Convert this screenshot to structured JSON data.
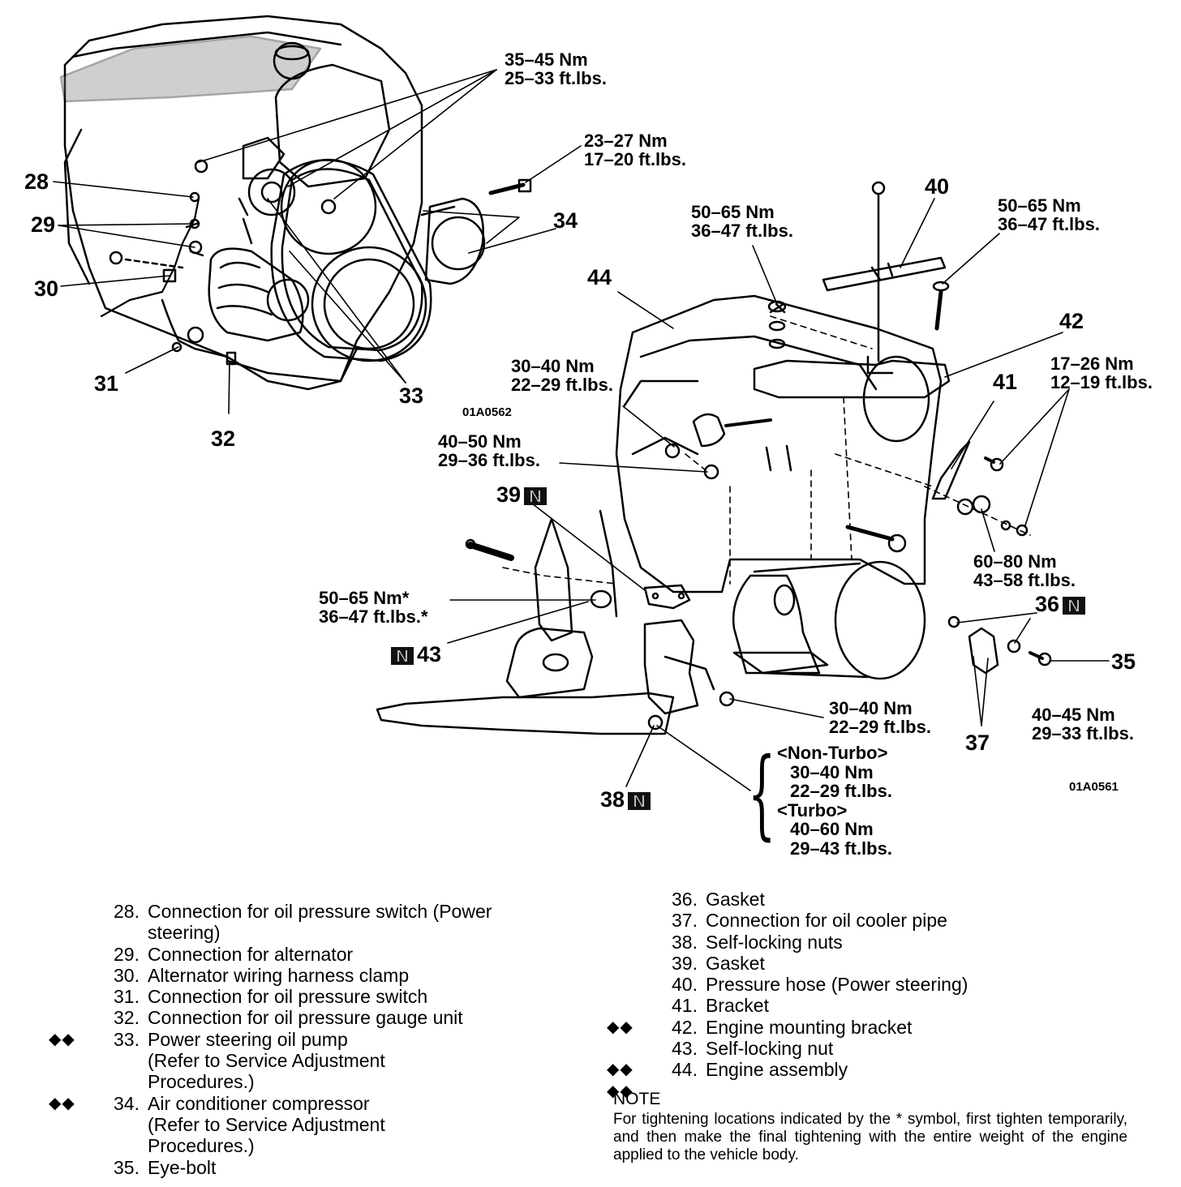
{
  "diagram": {
    "left_code": "01A0562",
    "right_code": "01A0561",
    "parts": [
      "28",
      "29",
      "30",
      "31",
      "32",
      "33",
      "34",
      "35",
      "36",
      "37",
      "38",
      "39",
      "40",
      "41",
      "42",
      "43",
      "44"
    ],
    "torques": {
      "t_top": [
        "35–45 Nm",
        "25–33 ft.lbs."
      ],
      "t_bolt": [
        "23–27 Nm",
        "17–20 ft.lbs."
      ],
      "t_50a": [
        "50–65 Nm",
        "36–47 ft.lbs."
      ],
      "t_50b": [
        "50–65 Nm",
        "36–47 ft.lbs."
      ],
      "t_17": [
        "17–26 Nm",
        "12–19 ft.lbs."
      ],
      "t_30a": [
        "30–40 Nm",
        "22–29 ft.lbs."
      ],
      "t_40a": [
        "40–50 Nm",
        "29–36 ft.lbs."
      ],
      "t_60": [
        "60–80 Nm",
        "43–58 ft.lbs."
      ],
      "t_star": [
        "50–65 Nm*",
        "36–47 ft.lbs.*"
      ],
      "t_30b": [
        "30–40 Nm",
        "22–29 ft.lbs."
      ],
      "t_40b": [
        "40–45 Nm",
        "29–33 ft.lbs."
      ]
    },
    "bracket": [
      "<Non-Turbo>",
      "30–40 Nm",
      "22–29 ft.lbs.",
      "<Turbo>",
      "40–60 Nm",
      "29–43 ft.lbs."
    ]
  },
  "legend_left": [
    {
      "n": "28.",
      "t": "Connection for oil pressure switch (Power",
      "sym": ""
    },
    {
      "n": "",
      "t": "steering)",
      "sym": ""
    },
    {
      "n": "29.",
      "t": "Connection for alternator",
      "sym": ""
    },
    {
      "n": "30.",
      "t": "Alternator wiring harness clamp",
      "sym": ""
    },
    {
      "n": "31.",
      "t": "Connection for oil pressure switch",
      "sym": ""
    },
    {
      "n": "32.",
      "t": "Connection for oil pressure gauge unit",
      "sym": ""
    },
    {
      "n": "33.",
      "t": "Power steering oil pump",
      "sym": "◆◆"
    },
    {
      "n": "",
      "t": "(Refer to Service Adjustment",
      "sym": ""
    },
    {
      "n": "",
      "t": "Procedures.)",
      "sym": ""
    },
    {
      "n": "34.",
      "t": "Air conditioner compressor",
      "sym": "◆◆"
    },
    {
      "n": "",
      "t": "(Refer to Service Adjustment",
      "sym": ""
    },
    {
      "n": "",
      "t": "Procedures.)",
      "sym": ""
    },
    {
      "n": "35.",
      "t": "Eye-bolt",
      "sym": ""
    }
  ],
  "legend_right": [
    {
      "n": "36.",
      "t": "Gasket",
      "sym": ""
    },
    {
      "n": "37.",
      "t": "Connection for oil cooler pipe",
      "sym": ""
    },
    {
      "n": "38.",
      "t": "Self-locking nuts",
      "sym": ""
    },
    {
      "n": "39.",
      "t": "Gasket",
      "sym": ""
    },
    {
      "n": "40.",
      "t": "Pressure hose (Power steering)",
      "sym": ""
    },
    {
      "n": "41.",
      "t": "Bracket",
      "sym": ""
    },
    {
      "n": "42.",
      "t": "Engine mounting bracket",
      "sym": "◆◆"
    },
    {
      "n": "43.",
      "t": "Self-locking nut",
      "sym": ""
    },
    {
      "n": "44.",
      "t": "Engine assembly",
      "sym": "◆◆ ◆◆"
    }
  ],
  "note": {
    "heading": "NOTE",
    "text": "For tightening locations indicated by the * symbol, first tighten temporarily, and then make the final tightening with the entire weight of the engine applied to the vehicle body."
  }
}
